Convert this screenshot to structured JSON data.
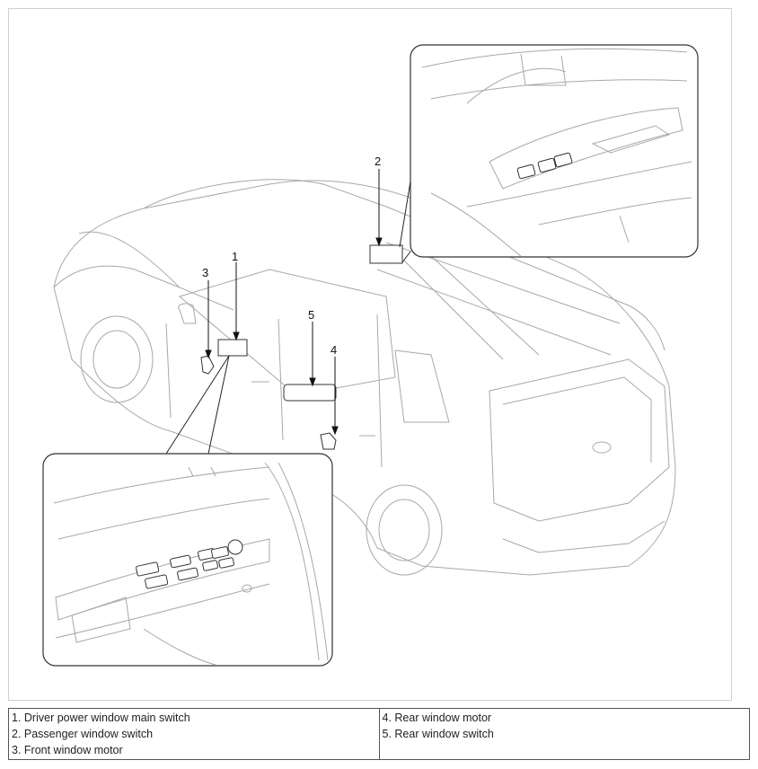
{
  "callouts": [
    {
      "id": "1",
      "label": "1"
    },
    {
      "id": "2",
      "label": "2"
    },
    {
      "id": "3",
      "label": "3"
    },
    {
      "id": "4",
      "label": "4"
    },
    {
      "id": "5",
      "label": "5"
    }
  ],
  "legend": {
    "left": [
      "1. Driver power window main switch",
      "2. Passenger window switch",
      "3. Front window motor"
    ],
    "right": [
      "4. Rear window motor",
      "5. Rear window switch"
    ]
  },
  "colors": {
    "line": "#9a9a9a",
    "ink": "#111111",
    "frame": "#cfcfcf"
  }
}
